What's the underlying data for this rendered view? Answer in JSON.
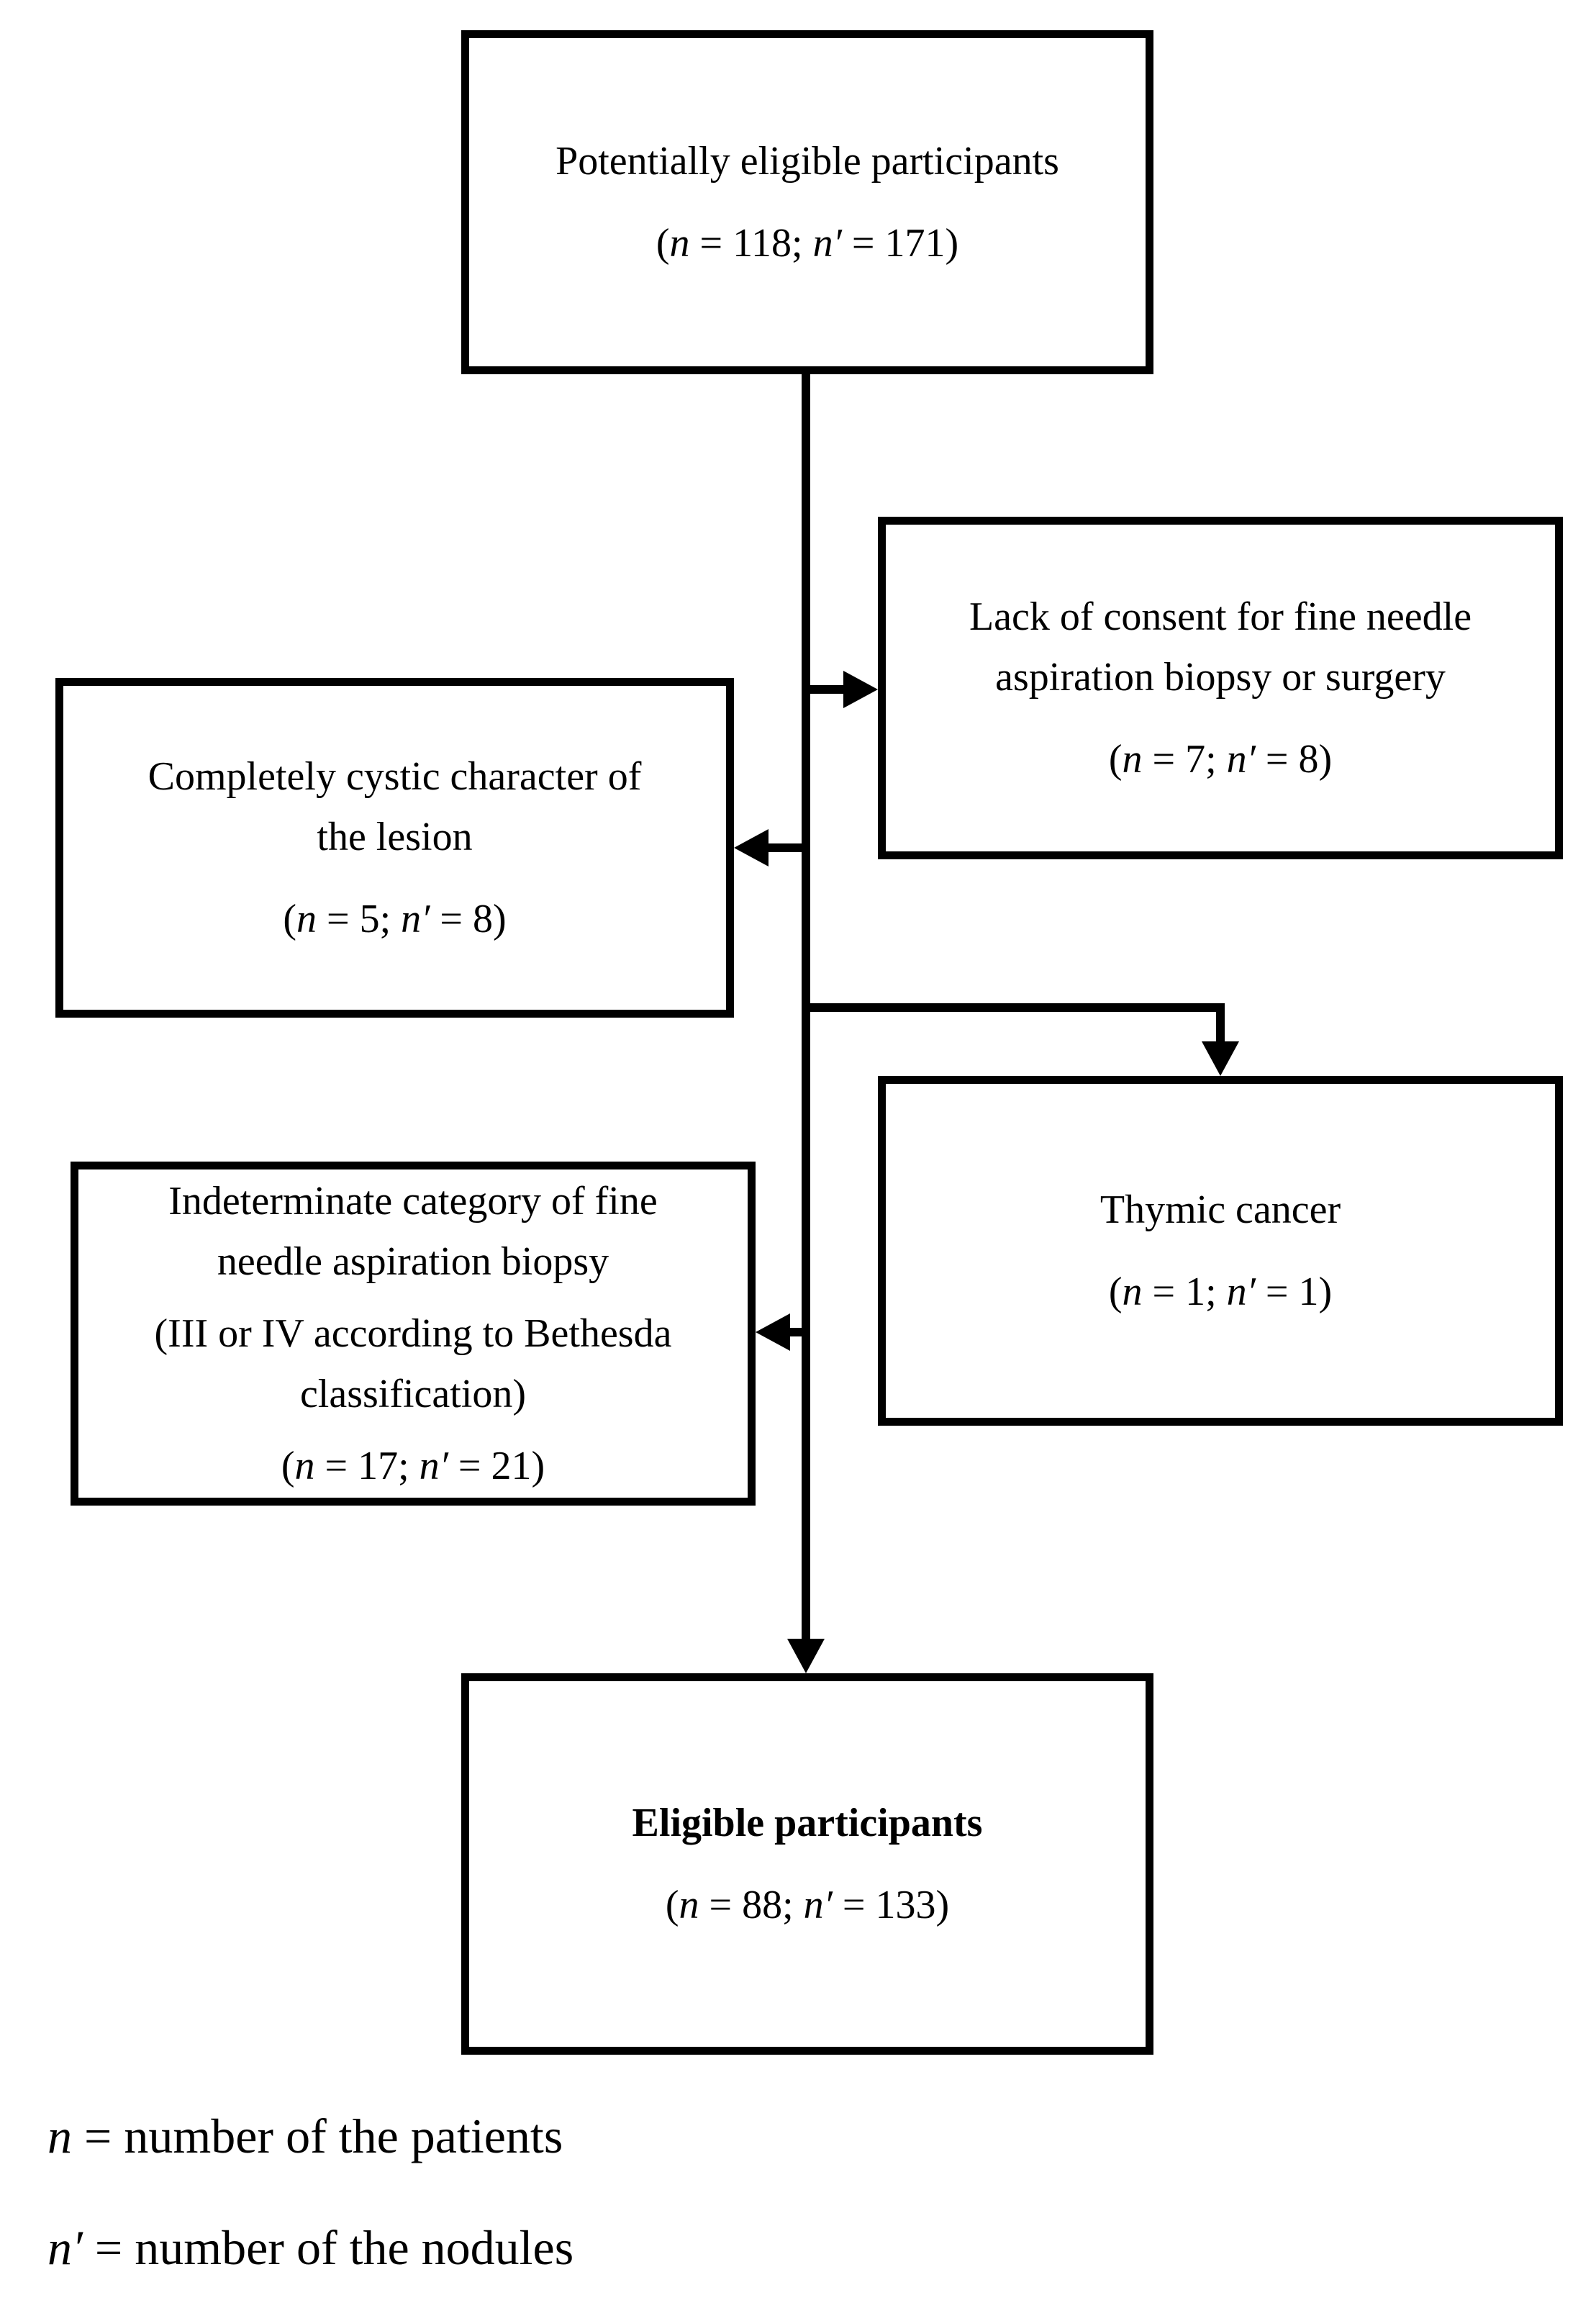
{
  "diagram": {
    "background": "#ffffff",
    "ink": "#000000",
    "boxes": [
      {
        "id": "potentially-eligible-participants",
        "title_lines": [
          "Potentially eligible participants"
        ],
        "stat_parts": [
          "(",
          "n",
          " = 118; ",
          "n′",
          " = 171)"
        ]
      },
      {
        "id": "lack-of-consent",
        "title_lines": [
          "Lack of consent for fine needle",
          "aspiration biopsy or surgery"
        ],
        "stat_parts": [
          "(",
          "n",
          " = 7; ",
          "n′",
          " = 8)"
        ]
      },
      {
        "id": "completely-cystic-lesion",
        "title_lines": [
          "Completely cystic character of",
          "the lesion"
        ],
        "stat_parts": [
          "(",
          "n",
          " = 5; ",
          "n′",
          " = 8)"
        ]
      },
      {
        "id": "thymic-cancer",
        "title_lines": [
          "Thymic cancer"
        ],
        "stat_parts": [
          "(",
          "n",
          " = 1; ",
          "n′",
          " = 1)"
        ]
      },
      {
        "id": "indeterminate-category",
        "title_lines": [
          "Indeterminate category of fine",
          "needle aspiration biopsy"
        ],
        "subtitle_lines": [
          "(III or IV according to Bethesda",
          "classification)"
        ],
        "stat_parts": [
          "(",
          "n",
          " = 17; ",
          "n′",
          " = 21)"
        ]
      },
      {
        "id": "eligible-participants",
        "title_lines": [
          "Eligible participants"
        ],
        "stat_parts": [
          "(",
          "n",
          " = 88; ",
          "n′",
          " = 133)"
        ]
      }
    ],
    "footnotes": [
      {
        "parts": [
          "n",
          " = number of the patients"
        ]
      },
      {
        "parts": [
          "n′",
          " = number of the nodules"
        ]
      }
    ]
  }
}
